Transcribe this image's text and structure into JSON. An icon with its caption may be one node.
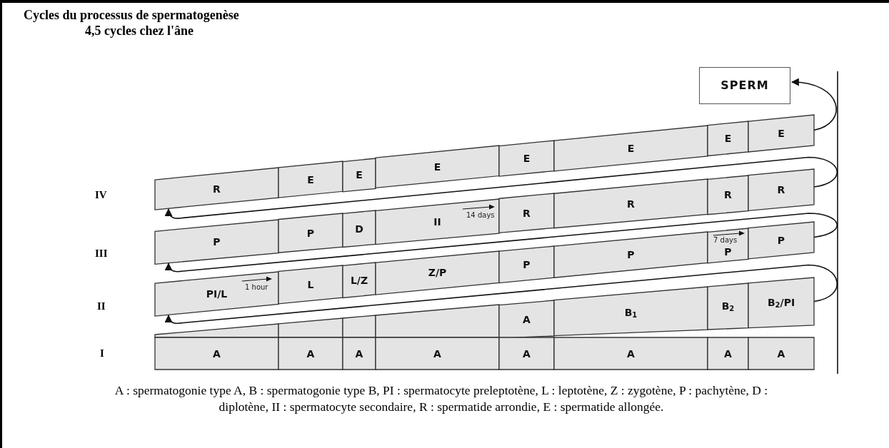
{
  "diagram": {
    "title": "Cycles du processus de spermatogenèse",
    "caption": "A : spermatogonie type A, B : spermatogonie type B, PI : spermatocyte preleptotène, L : leptotène, Z : zygotène, P : pachytène, D : diplotène, II : spermatocyte secondaire, R : spermatide arrondie, E : spermatide allongée.",
    "nodes": [
      {
        "text": [
          "SPERM"
        ]
      },
      {
        "text": [
          "R"
        ]
      },
      {
        "text": [
          "E"
        ]
      },
      {
        "text": [
          "E"
        ]
      },
      {
        "text": [
          "E"
        ]
      },
      {
        "text": [
          "E"
        ]
      },
      {
        "text": [
          "E"
        ]
      },
      {
        "text": [
          "E"
        ]
      },
      {
        "text": [
          "E"
        ]
      },
      {
        "text": [
          "P"
        ]
      },
      {
        "text": [
          "P"
        ]
      },
      {
        "text": [
          "D"
        ]
      },
      {
        "text": [
          "II"
        ]
      },
      {
        "text": [
          "R"
        ]
      },
      {
        "text": [
          "R"
        ]
      },
      {
        "text": [
          "R"
        ]
      },
      {
        "text": [
          "R"
        ]
      },
      {
        "text": [
          "PI/L"
        ]
      },
      {
        "text": [
          "L"
        ]
      },
      {
        "text": [
          "L/Z"
        ]
      },
      {
        "text": [
          "Z/P"
        ]
      },
      {
        "text": [
          "P"
        ]
      },
      {
        "text": [
          "P"
        ]
      },
      {
        "text": [
          "P"
        ]
      },
      {
        "text": [
          "P"
        ]
      },
      {
        "text": [],
        "shape": "box"
      },
      {
        "text": [],
        "shape": "box"
      },
      {
        "text": [],
        "shape": "box"
      },
      {
        "text": [],
        "shape": "box"
      },
      {
        "text": [
          "A"
        ]
      },
      {
        "text": [
          "B$_{1}$"
        ]
      },
      {
        "text": [
          "B$_{2}$"
        ]
      },
      {
        "text": [
          "B$_{2}$/PI"
        ]
      },
      {
        "text": [
          "A"
        ]
      },
      {
        "text": [
          "A"
        ]
      },
      {
        "text": [
          "A"
        ]
      },
      {
        "text": [
          "A"
        ]
      },
      {
        "text": [
          "A"
        ]
      },
      {
        "text": [
          "A"
        ]
      },
      {
        "text": [
          "A"
        ]
      },
      {
        "text": [
          "A"
        ]
      }
    ],
    "edges": [
      {
        "from": 8,
        "to": 0,
        "arrow": "to"
      },
      {
        "from": 16,
        "to": 1,
        "arrow": "to"
      },
      {
        "from": 24,
        "to": 9,
        "arrow": "to"
      },
      {
        "from": 32,
        "to": 17,
        "arrow": "to"
      }
    ],
    "labels": [
      "4,5 cycles chez l'âne",
      "IV",
      "14 days",
      "7 days",
      "III",
      "1 hour",
      "II",
      "I"
    ]
  }
}
